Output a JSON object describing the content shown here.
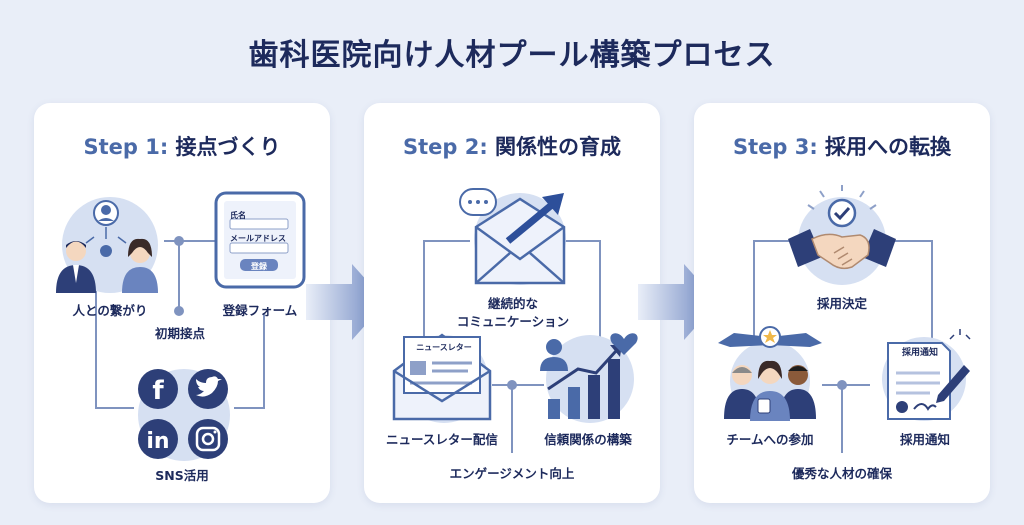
{
  "title": "歯科医院向け人材プール構築プロセス",
  "colors": {
    "navy": "#1d2a5c",
    "accent": "#4a6aa8",
    "light": "#d6e0f2",
    "bg": "#e9eef8"
  },
  "steps": [
    {
      "step_label": "Step 1:",
      "title": "接点づくり",
      "labels": {
        "people": "人との繋がり",
        "form": "登録フォーム",
        "initial": "初期接点",
        "sns": "SNS活用"
      },
      "form": {
        "name_label": "氏名",
        "email_label": "メールアドレス",
        "button": "登録"
      }
    },
    {
      "step_label": "Step 2:",
      "title": "関係性の育成",
      "labels": {
        "comm_line1": "継続的な",
        "comm_line2": "コミュニケーション",
        "newsletter": "ニュースレター配信",
        "trust": "信頼関係の構築",
        "engagement": "エンゲージメント向上"
      },
      "newsletter_tag": "ニュースレター"
    },
    {
      "step_label": "Step 3:",
      "title": "採用への転換",
      "labels": {
        "decision": "採用決定",
        "team": "チームへの参加",
        "notice": "採用通知",
        "secure": "優秀な人材の確保"
      },
      "notice_doc": "採用通知"
    }
  ]
}
